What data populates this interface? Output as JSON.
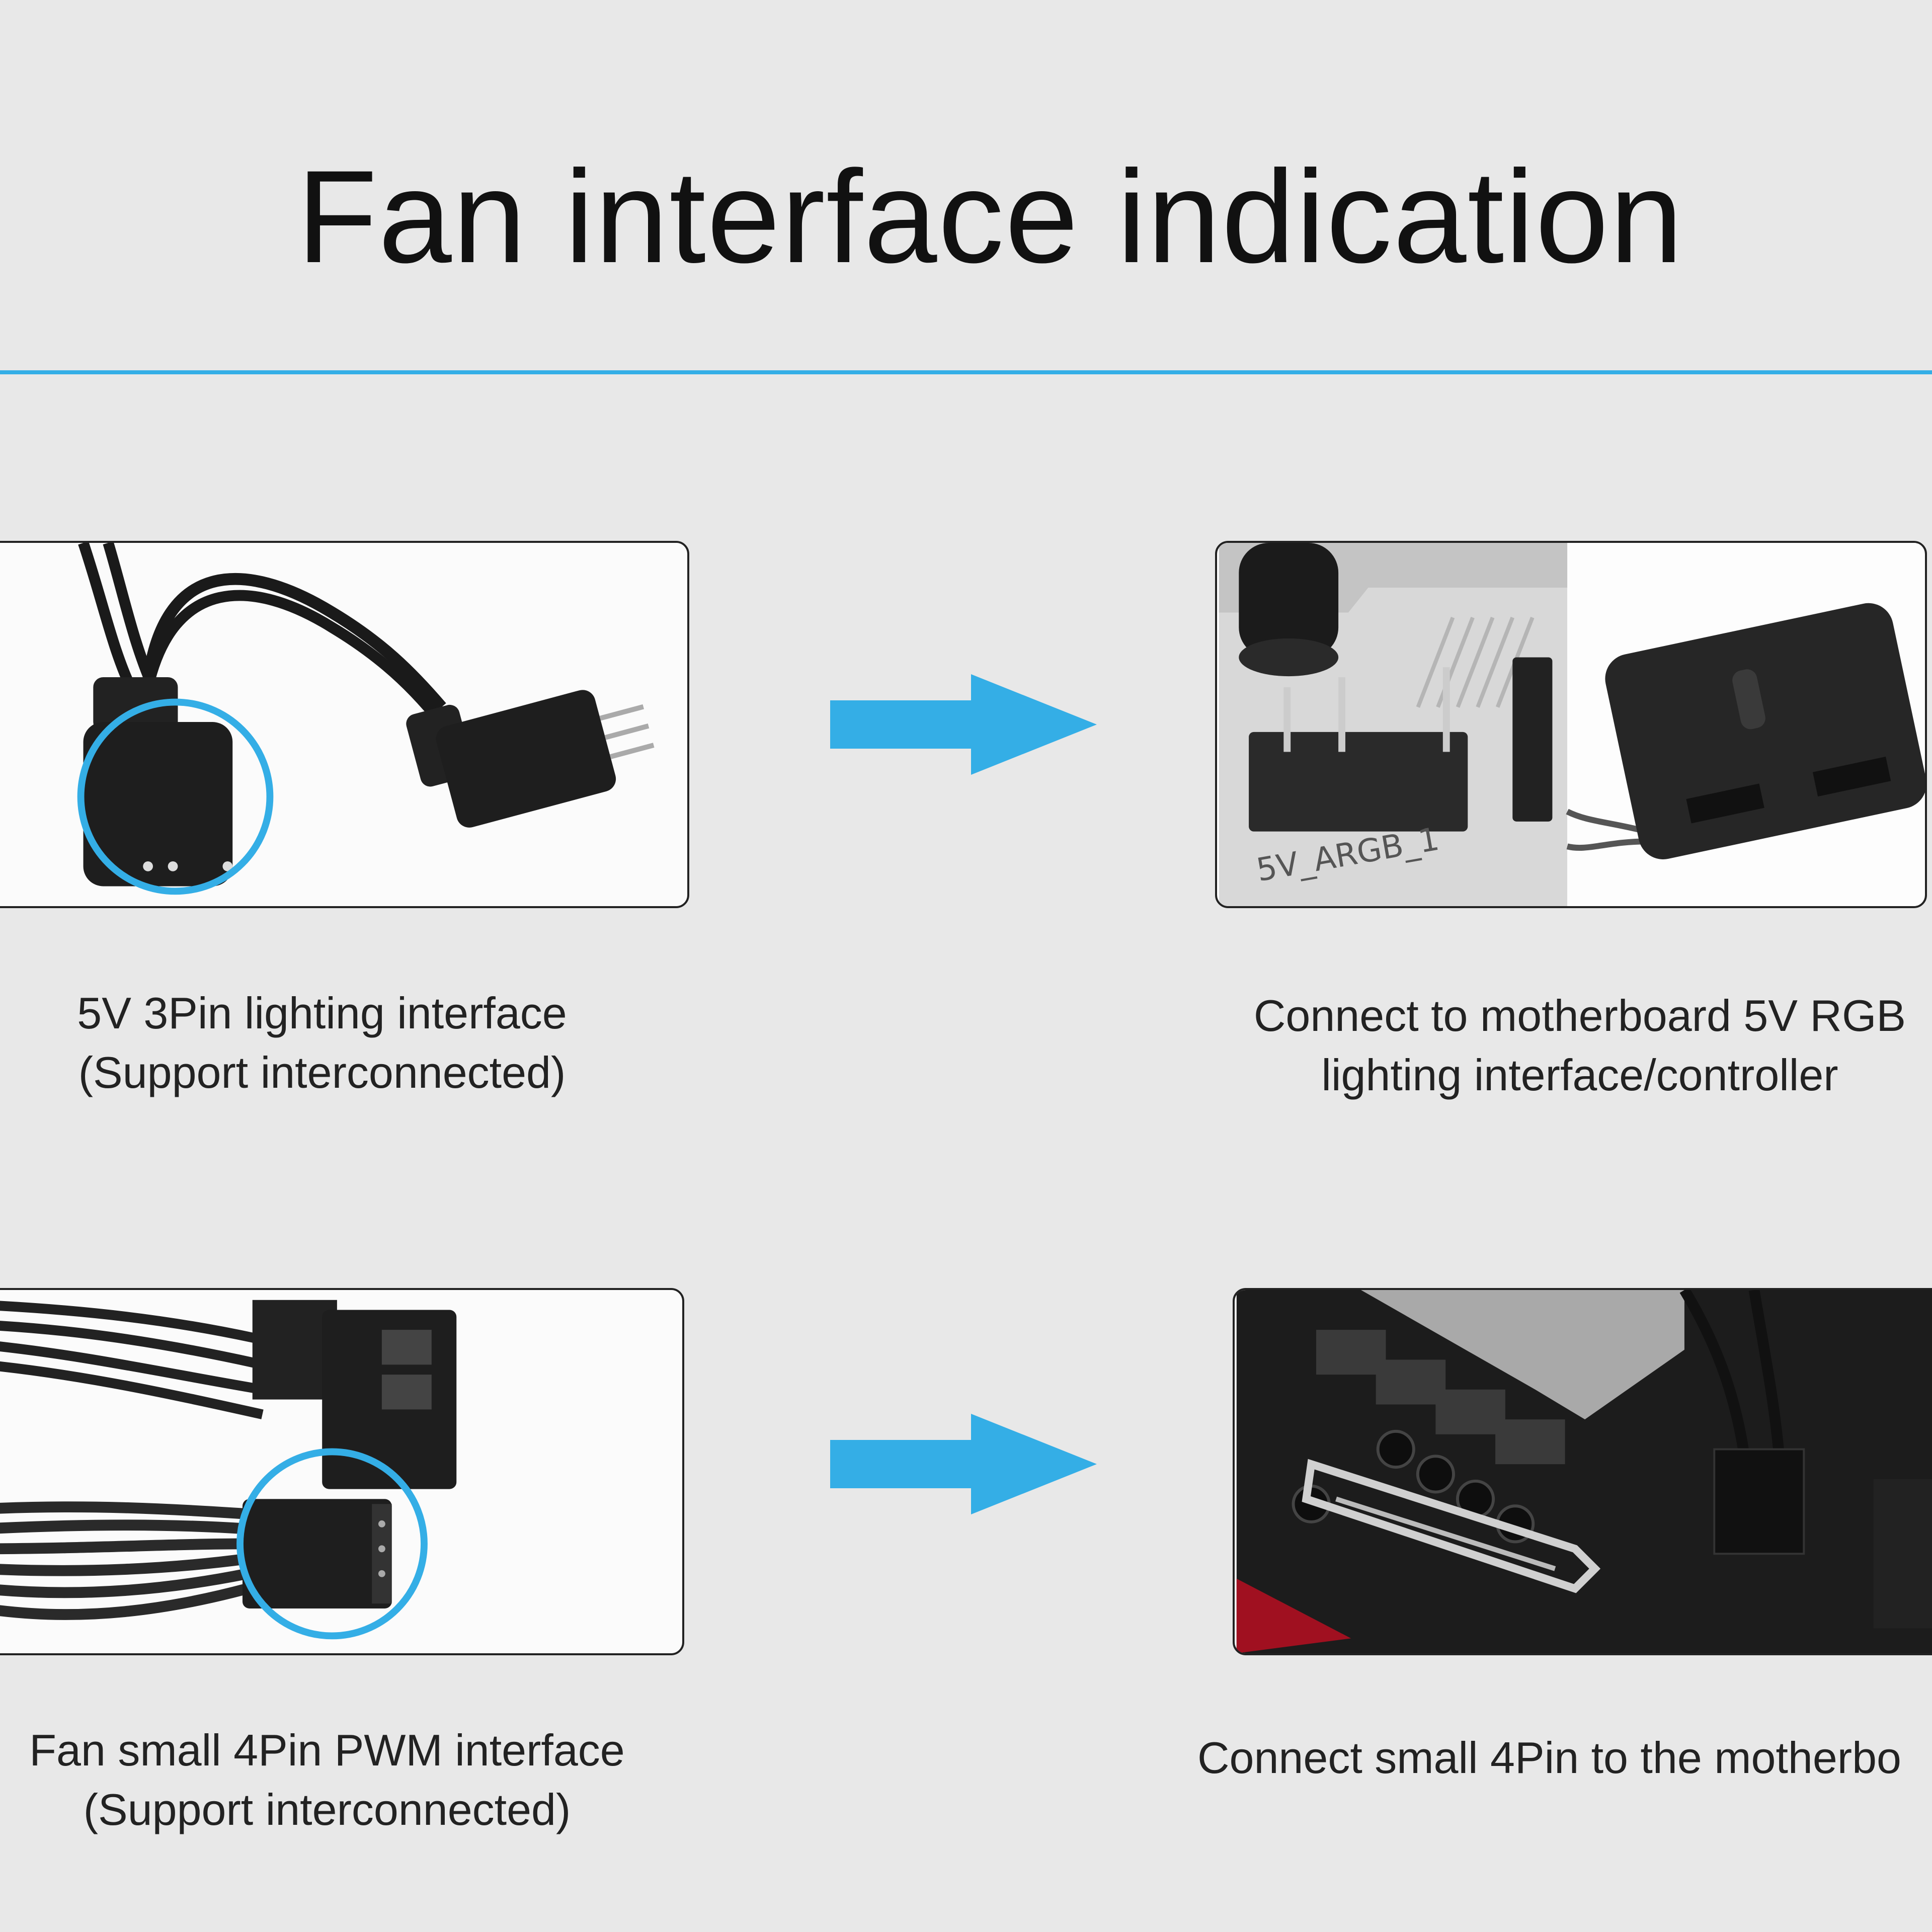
{
  "page": {
    "title": "Fan interface indication",
    "accent_color": "#34aee6"
  },
  "rows": [
    {
      "left_image_icon": "3pin-argb-connector-photo",
      "left_caption": [
        "5V 3Pin lighting interface",
        "(Support interconnected)"
      ],
      "arrow_icon": "right-arrow-icon",
      "right_image_icon": "motherboard-argb-header-photo",
      "right_image_label": "5V_ARGB_1",
      "right_caption": [
        "Connect to motherboard 5V RGB",
        "lighting interface/controller"
      ]
    },
    {
      "left_image_icon": "4pin-pwm-connector-photo",
      "left_caption": [
        "Fan small 4Pin PWM interface",
        "(Support interconnected)"
      ],
      "arrow_icon": "right-arrow-icon",
      "right_image_icon": "motherboard-fan-header-photo",
      "right_caption": [
        "Connect small 4Pin to the motherbo"
      ]
    }
  ]
}
